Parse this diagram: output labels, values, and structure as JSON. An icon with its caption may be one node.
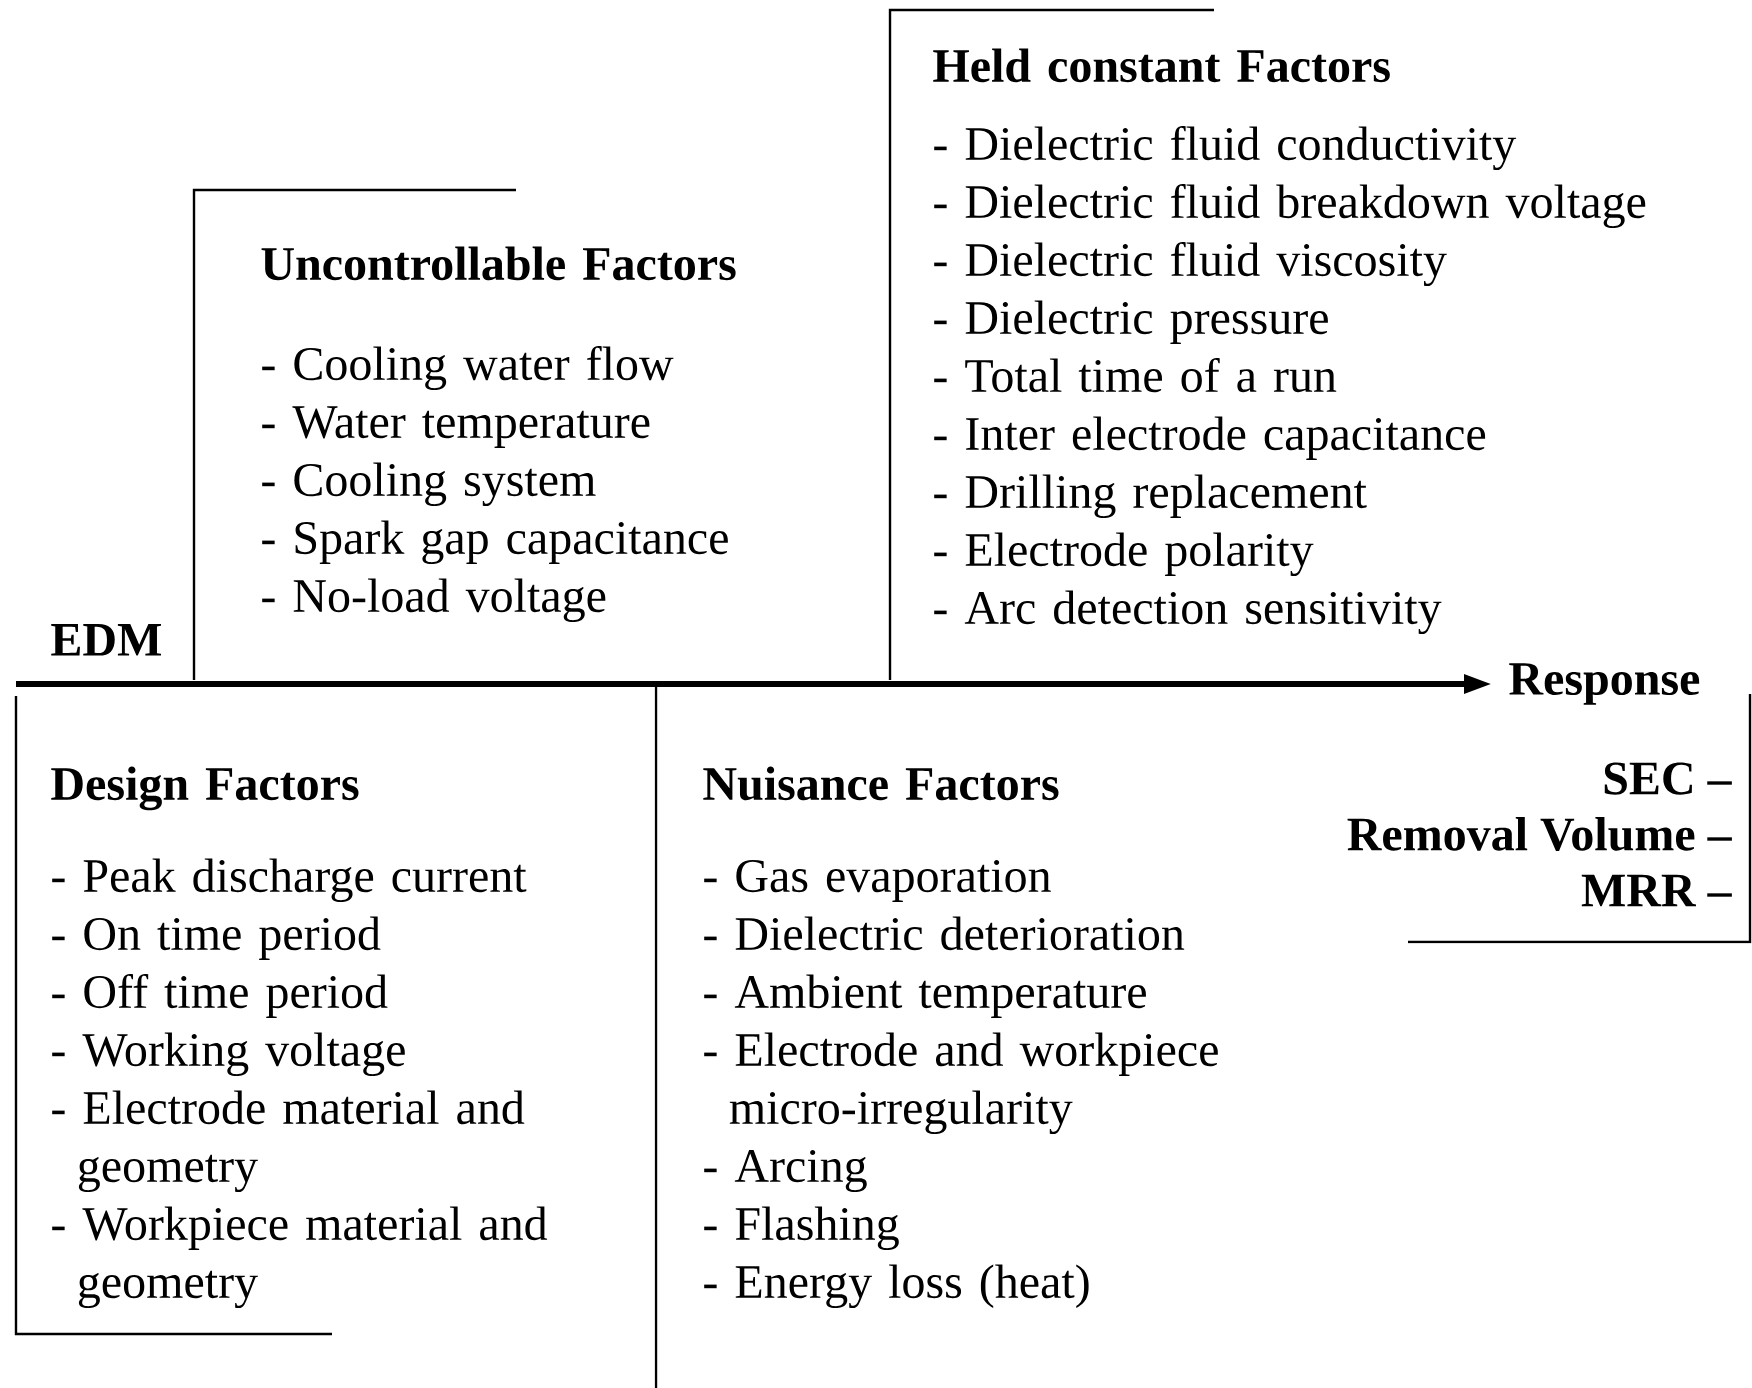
{
  "diagram": {
    "nodes": [
      {
        "text": [
          "EDM"
        ]
      },
      {
        "text": [
          "Uncontrollable Factors",
          "- Cooling water flow",
          "- Water temperature",
          "- Cooling system",
          "- Spark gap capacitance",
          "- No-load voltage"
        ]
      },
      {
        "text": [
          "Held constant Factors",
          "- Dielectric fluid conductivity",
          "- Dielectric fluid breakdown voltage",
          "- Dielectric fluid viscosity",
          "- Dielectric pressure",
          "- Total time of a run",
          "- Inter electrode capacitance",
          "- Drilling replacement",
          "- Electrode polarity",
          "- Arc detection sensitivity"
        ]
      },
      {
        "text": [
          "Design Factors",
          "- Peak discharge current",
          "- On time period",
          "- Off time period",
          "- Working voltage",
          "- Electrode material and geometry",
          "- Workpiece material and geometry"
        ]
      },
      {
        "text": [
          "Nuisance Factors",
          "- Gas evaporation",
          "- Dielectric deterioration",
          "- Ambient temperature",
          "- Electrode and workpiece micro-irregularity",
          "- Arcing",
          "- Flashing",
          "- Energy loss (heat)"
        ]
      },
      {
        "text": [
          "Response"
        ]
      },
      {
        "text": [
          "SEC –",
          "Removal Volume –",
          "MRR –"
        ]
      }
    ],
    "edges": [
      {
        "from": 0,
        "to": 5,
        "arrow": "to"
      }
    ]
  }
}
